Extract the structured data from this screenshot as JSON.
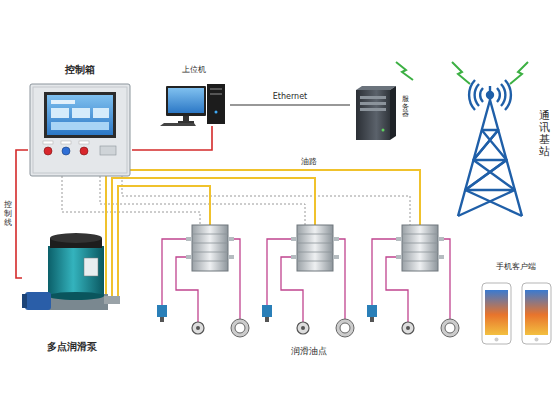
{
  "diagram": {
    "nodes": [
      {
        "text": [
          "控制箱"
        ]
      },
      {
        "text": [
          "上位机"
        ]
      },
      {
        "text": [
          "服务器"
        ]
      },
      {
        "text": [
          "通讯基站"
        ]
      },
      {
        "text": [
          "多点润滑泵"
        ]
      },
      {
        "text": [
          "手机客户端"
        ]
      }
    ],
    "edges": [
      {
        "from": 0,
        "to": 1,
        "arrow": "none"
      },
      {
        "from": 1,
        "to": 2,
        "label": "Ethernet",
        "arrow": "none"
      },
      {
        "from": 0,
        "to": 4,
        "label": "控制线",
        "arrow": "none"
      }
    ],
    "labels": [
      "油路",
      "润滑油点"
    ]
  }
}
